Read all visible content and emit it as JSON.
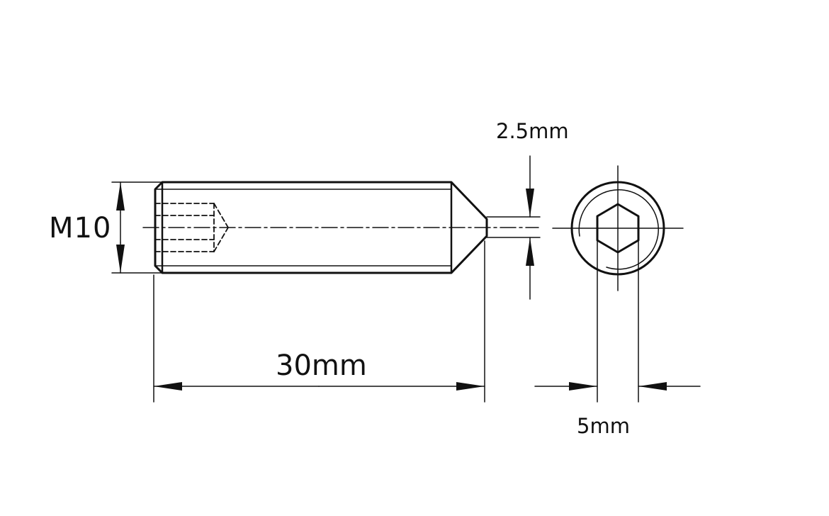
{
  "diagram": {
    "labels": {
      "thread_size": "M10",
      "point_diameter": "2.5mm",
      "length": "30mm",
      "hex_socket": "5mm"
    },
    "colors": {
      "line": "#111111",
      "background": "#ffffff"
    }
  }
}
